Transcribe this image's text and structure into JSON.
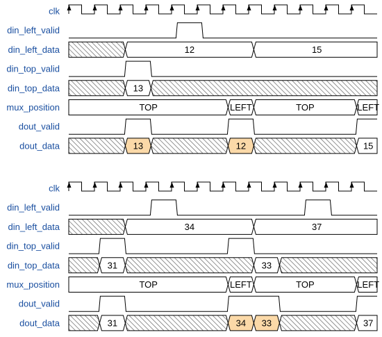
{
  "colors": {
    "label": "#1a4fa0",
    "line": "#000000",
    "highlight_fill": "#fbd9a8",
    "hatch": "#777777"
  },
  "diagrams": [
    {
      "cycles": 12,
      "signals": [
        {
          "name": "clk",
          "type": "clock"
        },
        {
          "name": "din_left_valid",
          "type": "bit",
          "wave": "000010000000"
        },
        {
          "name": "din_left_data",
          "type": "bus",
          "segments": [
            {
              "from": 0,
              "to": 2.2,
              "kind": "x"
            },
            {
              "from": 2.2,
              "to": 7.2,
              "label": "12"
            },
            {
              "from": 7.2,
              "to": 12,
              "label": "15"
            }
          ]
        },
        {
          "name": "din_top_valid",
          "type": "bit",
          "wave": "001000000000"
        },
        {
          "name": "din_top_data",
          "type": "bus",
          "segments": [
            {
              "from": 0,
              "to": 2.2,
              "kind": "x"
            },
            {
              "from": 2.2,
              "to": 3.2,
              "label": "13"
            },
            {
              "from": 3.2,
              "to": 12,
              "kind": "x"
            }
          ]
        },
        {
          "name": "mux_position",
          "type": "bus",
          "segments": [
            {
              "from": 0,
              "to": 6.2,
              "label": "TOP"
            },
            {
              "from": 6.2,
              "to": 7.2,
              "label": "LEFT"
            },
            {
              "from": 7.2,
              "to": 11.2,
              "label": "TOP"
            },
            {
              "from": 11.2,
              "to": 12,
              "label": "LEFT"
            }
          ]
        },
        {
          "name": "dout_valid",
          "type": "bit",
          "wave": "001000100001"
        },
        {
          "name": "dout_data",
          "type": "bus",
          "segments": [
            {
              "from": 0,
              "to": 2.2,
              "kind": "x"
            },
            {
              "from": 2.2,
              "to": 3.2,
              "label": "13",
              "hl": true
            },
            {
              "from": 3.2,
              "to": 6.2,
              "kind": "x"
            },
            {
              "from": 6.2,
              "to": 7.2,
              "label": "12",
              "hl": true
            },
            {
              "from": 7.2,
              "to": 11.2,
              "kind": "x"
            },
            {
              "from": 11.2,
              "to": 12,
              "label": "15"
            }
          ]
        }
      ]
    },
    {
      "cycles": 12,
      "signals": [
        {
          "name": "clk",
          "type": "clock"
        },
        {
          "name": "din_left_valid",
          "type": "bit",
          "wave": "000100000100"
        },
        {
          "name": "din_left_data",
          "type": "bus",
          "segments": [
            {
              "from": 0,
              "to": 2.2,
              "kind": "x"
            },
            {
              "from": 2.2,
              "to": 7.2,
              "label": "34"
            },
            {
              "from": 7.2,
              "to": 12,
              "label": "37"
            }
          ]
        },
        {
          "name": "din_top_valid",
          "type": "bit",
          "wave": "010000100000"
        },
        {
          "name": "din_top_data",
          "type": "bus",
          "segments": [
            {
              "from": 0,
              "to": 1.2,
              "kind": "x"
            },
            {
              "from": 1.2,
              "to": 2.2,
              "label": "31"
            },
            {
              "from": 2.2,
              "to": 7.2,
              "kind": "x"
            },
            {
              "from": 7.2,
              "to": 8.2,
              "label": "33"
            },
            {
              "from": 8.2,
              "to": 12,
              "kind": "x"
            }
          ]
        },
        {
          "name": "mux_position",
          "type": "bus",
          "segments": [
            {
              "from": 0,
              "to": 6.2,
              "label": "TOP"
            },
            {
              "from": 6.2,
              "to": 7.2,
              "label": "LEFT"
            },
            {
              "from": 7.2,
              "to": 11.2,
              "label": "TOP"
            },
            {
              "from": 11.2,
              "to": 12,
              "label": "LEFT"
            }
          ]
        },
        {
          "name": "dout_valid",
          "type": "bit",
          "wave": "010000110001"
        },
        {
          "name": "dout_data",
          "type": "bus",
          "segments": [
            {
              "from": 0,
              "to": 1.2,
              "kind": "x"
            },
            {
              "from": 1.2,
              "to": 2.2,
              "label": "31"
            },
            {
              "from": 2.2,
              "to": 6.2,
              "kind": "x"
            },
            {
              "from": 6.2,
              "to": 7.2,
              "label": "34",
              "hl": true
            },
            {
              "from": 7.2,
              "to": 8.2,
              "label": "33",
              "hl": true
            },
            {
              "from": 8.2,
              "to": 11.2,
              "kind": "x"
            },
            {
              "from": 11.2,
              "to": 12,
              "label": "37"
            }
          ]
        }
      ]
    }
  ]
}
